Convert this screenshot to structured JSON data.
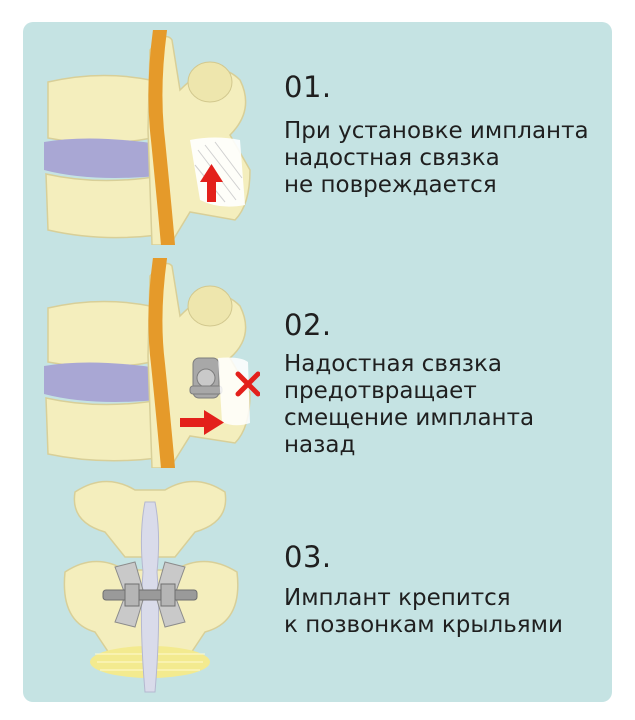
{
  "steps": [
    {
      "number": "01.",
      "lines": [
        "При установке импланта",
        "надостная связка",
        "не повреждается"
      ]
    },
    {
      "number": "02.",
      "lines": [
        "Надостная связка",
        "предотвращает",
        "смещение импланта",
        "назад"
      ]
    },
    {
      "number": "03.",
      "lines": [
        "Имплант крепится",
        "к позвонкам крыльями"
      ]
    }
  ],
  "colors": {
    "panel": "#c5e3e3",
    "bone": "#f4eebd",
    "bone_outline": "#cdc28a",
    "disc": "#a9a7d4",
    "nerve": "#e59a2a",
    "ligament": "#ffffff",
    "arrow": "#e3201b",
    "implant": "#a8a8a8"
  },
  "icons": [
    "up-arrow-icon",
    "right-arrow-icon",
    "cross-icon"
  ]
}
